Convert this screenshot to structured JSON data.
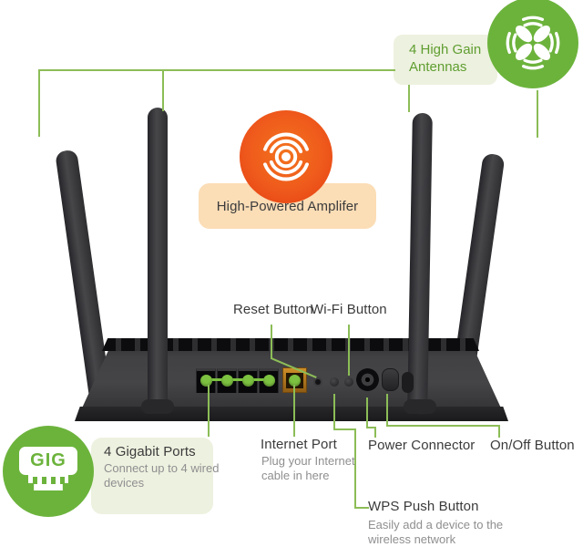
{
  "colors": {
    "accent_green": "#6cb33c",
    "line_green": "#8cbd57",
    "dot_green": "#7cc140",
    "text_green": "#5f9e31",
    "green_card_bg": "#edf1df",
    "peach_card_bg": "#fbddb6",
    "amp_orange": "#f3731e",
    "amp_red": "#e23c10",
    "wan_orange": "#bd7d20",
    "text_dark": "#3b3b3c",
    "text_gray": "#8f8f91"
  },
  "callouts": {
    "high_gain_antennas": {
      "line1": "4 High Gain",
      "line2": "Antennas"
    },
    "amplifier": {
      "title": "High-Powered Amplifer"
    },
    "reset_button": {
      "title": "Reset Button"
    },
    "wifi_button": {
      "title": "Wi-Fi Button"
    },
    "gigabit_ports": {
      "badge": "GIG",
      "title": "4 Gigabit Ports",
      "desc": [
        "Connect up to 4 wired",
        "devices"
      ]
    },
    "internet_port": {
      "title": "Internet Port",
      "desc": [
        "Plug your Internet",
        "cable in here"
      ]
    },
    "power_connector": {
      "title": "Power Connector"
    },
    "on_off_button": {
      "title": "On/Off Button"
    },
    "wps_button": {
      "title": "WPS Push Button",
      "desc": [
        "Easily add a device to the",
        "wireless network"
      ]
    }
  }
}
